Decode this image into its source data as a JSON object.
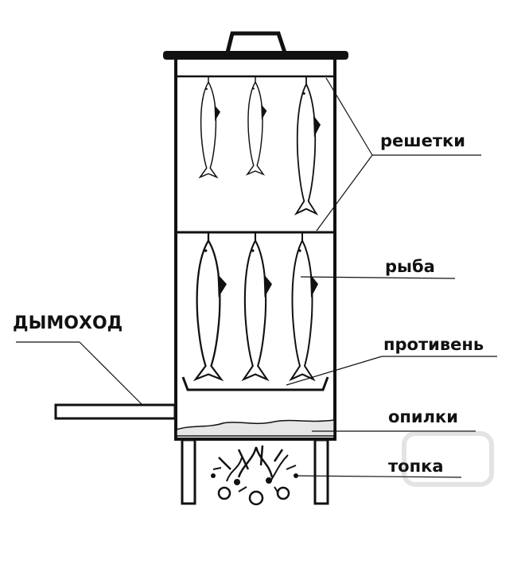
{
  "labels": {
    "racks": "решетки",
    "fish": "рыба",
    "tray": "противень",
    "sawdust": "опилки",
    "firebox": "топка",
    "chimney": "ДЫМОХОД"
  },
  "colors": {
    "ink": "#111111",
    "background": "#ffffff",
    "sawdust": "#e6e6e6"
  }
}
